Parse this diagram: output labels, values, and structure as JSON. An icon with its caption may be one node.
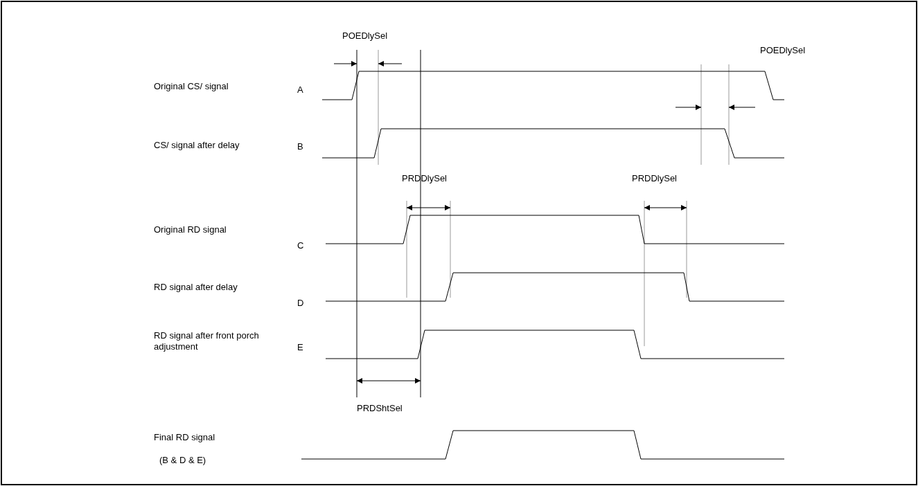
{
  "diagram": {
    "labels": [
      "POEDlySel",
      "POEDlySel",
      "Original CS/ signal",
      "A",
      "CS/ signal after delay",
      "B",
      "PRDDlySel",
      "PRDDlySel",
      "Original RD signal",
      "C",
      "RD signal after delay",
      "D",
      "RD signal after front porch adjustment",
      "E",
      "PRDShtSel",
      "Final RD signal",
      "(B & D & E)"
    ]
  }
}
